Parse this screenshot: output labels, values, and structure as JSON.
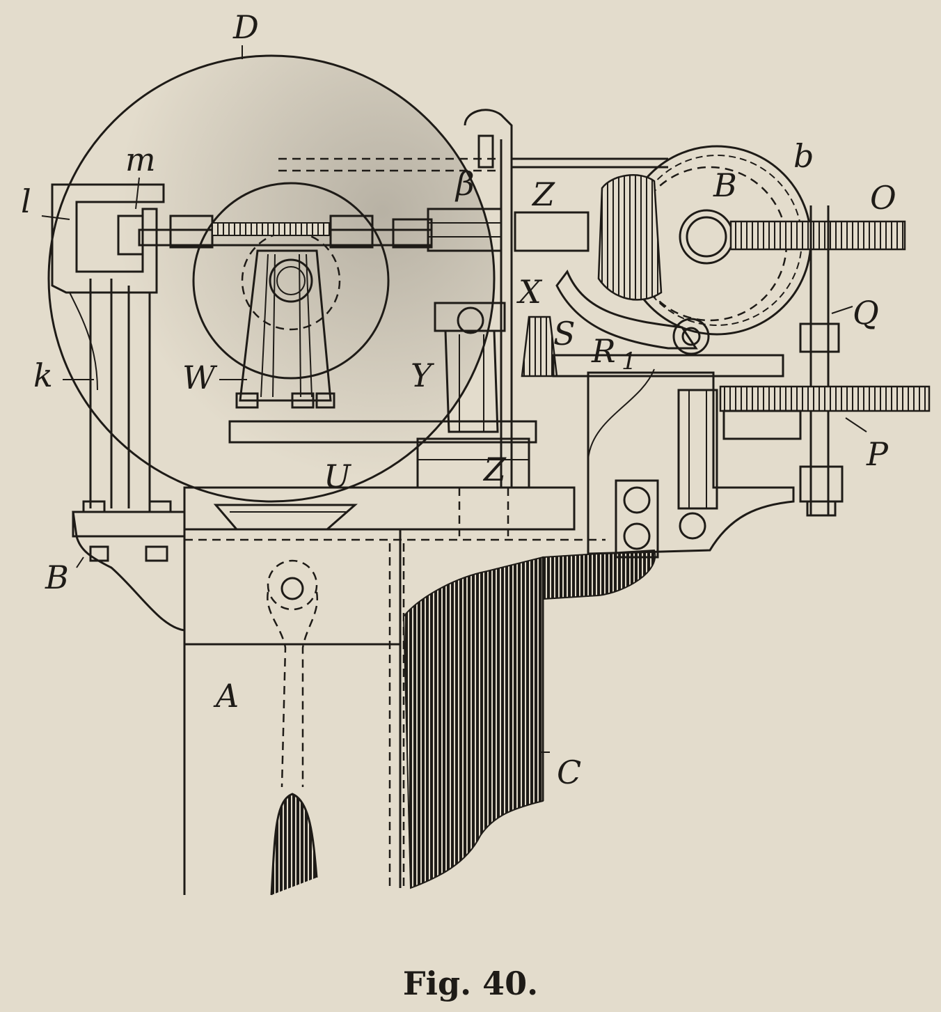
{
  "figure": {
    "caption": "Fig. 40.",
    "labels": {
      "D": "D",
      "m": "m",
      "l": "l",
      "b": "b",
      "Z_top": "Z",
      "beta": "β",
      "B_ital": "B",
      "O": "O",
      "Q": "Q",
      "X": "X",
      "S": "S",
      "R1": "R",
      "R1_sub": "1",
      "Y": "Y",
      "W": "W",
      "k": "k",
      "P": "P",
      "U": "U",
      "Z_bottom": "Z",
      "B_base": "B",
      "A": "A",
      "C": "C"
    }
  },
  "colors": {
    "paper": "#e3dccc",
    "ink": "#1e1b17"
  }
}
